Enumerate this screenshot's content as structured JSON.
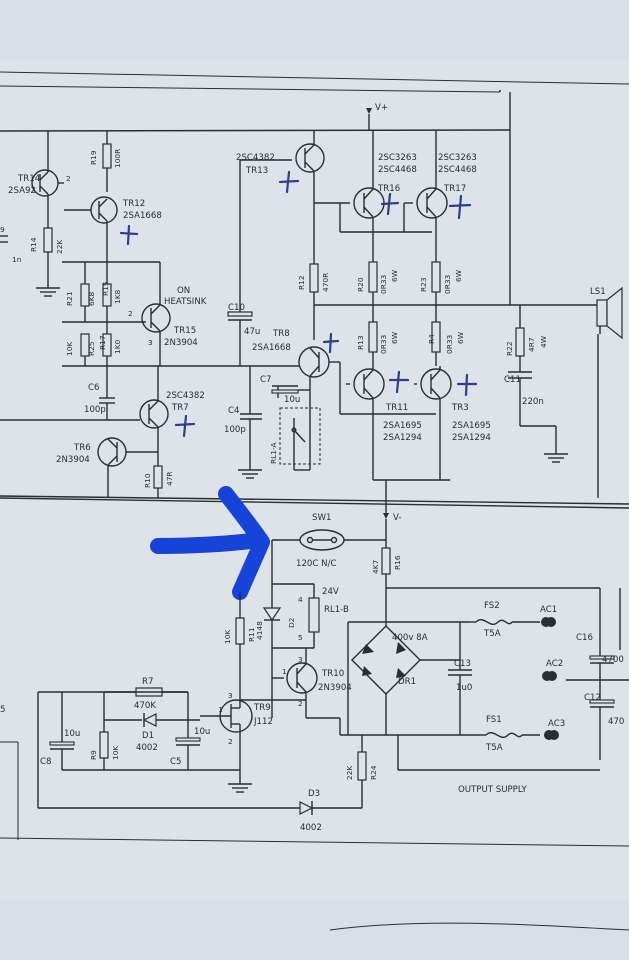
{
  "labels": {
    "vplus": "V+",
    "vminus": "V-",
    "tr14": "TR14",
    "sa92": "2SA92",
    "r19": "R19",
    "r19v": "100R",
    "tr12": "TR12",
    "tr12t": "2SA1668",
    "c9": "9",
    "c9v": "1n",
    "r14": "R14",
    "r14v": "22K",
    "tr13t": "2SC4382",
    "tr13": "TR13",
    "tr16t1": "2SC3263",
    "tr16t2": "2SC4468",
    "tr16": "TR16",
    "tr17t1": "2SC3263",
    "tr17t2": "2SC4468",
    "tr17": "TR17",
    "r21": "R21",
    "r21v": "6K8",
    "r15": "R15",
    "r15v": "1K8",
    "onheat1": "ON",
    "onheat2": "HEATSINK",
    "tr15": "TR15",
    "tr15t": "2N3904",
    "c10": "C10",
    "c10v": "47u",
    "r12": "R12",
    "r12v": "470R",
    "r20": "R20",
    "r20v": "0R33",
    "r20w": "6W",
    "r23": "R23",
    "r23v": "0R33",
    "r23w": "6W",
    "ls1": "LS1",
    "r10k": "10K",
    "r25": "R25",
    "r17": "R17",
    "r17v": "1K0",
    "tr8": "TR8",
    "tr8t": "2SA1668",
    "r13": "R13",
    "r13v": "0R33",
    "r13w": "6W",
    "r4": "R4",
    "r4v": "0R33",
    "r4w": "6W",
    "r22": "R22",
    "r22v": "4R7",
    "r22w": "4W",
    "c6": "C6",
    "c6v": "100p",
    "tr7t": "2SC4382",
    "tr7": "TR7",
    "c7": "C7",
    "c7v": "10u",
    "c11": "C11",
    "c11v": "220n",
    "c4": "C4",
    "c4v": "100p",
    "rl1a": "RL1-A",
    "tr11": "TR11",
    "tr3": "TR3",
    "tr11t1": "2SA1695",
    "tr11t2": "2SA1294",
    "tr3t1": "2SA1695",
    "tr3t2": "2SA1294",
    "tr6": "TR6",
    "tr6t": "2N3904",
    "r10": "R10",
    "r10v": "47R",
    "sw1": "SW1",
    "sw1v": "120C N/C",
    "r16": "R16",
    "r16v": "4K7",
    "v24": "24V",
    "rl1b": "RL1-B",
    "d2": "D2",
    "d2v": "4148",
    "r11": "R11",
    "r11v": "10K",
    "fs2": "FS2",
    "fs2v": "T5A",
    "ac1": "AC1",
    "ac2": "AC2",
    "ac3": "AC3",
    "c16": "C16",
    "c4700a": "4700",
    "c12": "C12",
    "c4700b": "470",
    "dr1v": "400v 8A",
    "dr1": "DR1",
    "c13": "C13",
    "c13v": "1u0",
    "tr10": "TR10",
    "tr10t": "2N3904",
    "r7": "R7",
    "r7v": "470K",
    "tr9": "TR9",
    "tr9t": "J112",
    "c8v": "10u",
    "c8": "C8",
    "r9": "R9",
    "r9v": "10K",
    "d1": "D1",
    "d1v": "4002",
    "c5v": "10u",
    "c5": "C5",
    "fs1": "FS1",
    "fs1v": "T5A",
    "r24": "R24",
    "r24v": "22K",
    "d3": "D3",
    "d3v": "4002",
    "output_supply": "OUTPUT SUPPLY",
    "pin1": "1",
    "pin2": "2",
    "pin3": "3",
    "pin4": "4",
    "pin5": "5",
    "pinS": "5"
  },
  "colors": {
    "background": "#d9dfe6",
    "ink": "#2a2e33",
    "arrow": "#1744d8",
    "pen": "#2b3f8f"
  },
  "annotation": {
    "arrow_icon": "hand-drawn-arrow-icon"
  }
}
